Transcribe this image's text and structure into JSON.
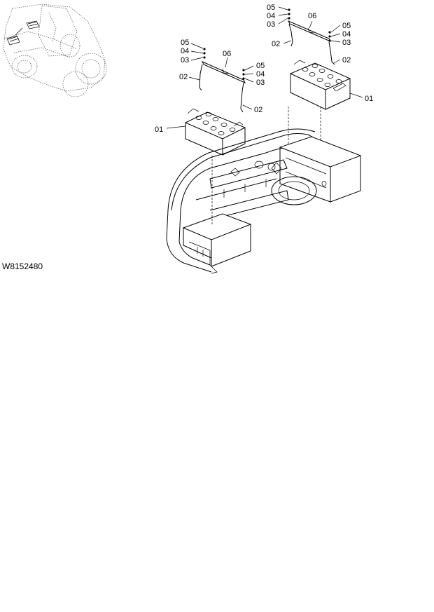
{
  "figure_number": "W8152480",
  "callouts": {
    "c01a": "01",
    "c01b": "01",
    "c02a": "02",
    "c02b": "02",
    "c02c": "02",
    "c03a": "03",
    "c03b": "03",
    "c03c": "03",
    "c03d": "03",
    "c04a": "04",
    "c04b": "04",
    "c04c": "04",
    "c04d": "04",
    "c05a": "05",
    "c05b": "05",
    "c05c": "05",
    "c05d": "05",
    "c06a": "06",
    "c06b": "06"
  }
}
